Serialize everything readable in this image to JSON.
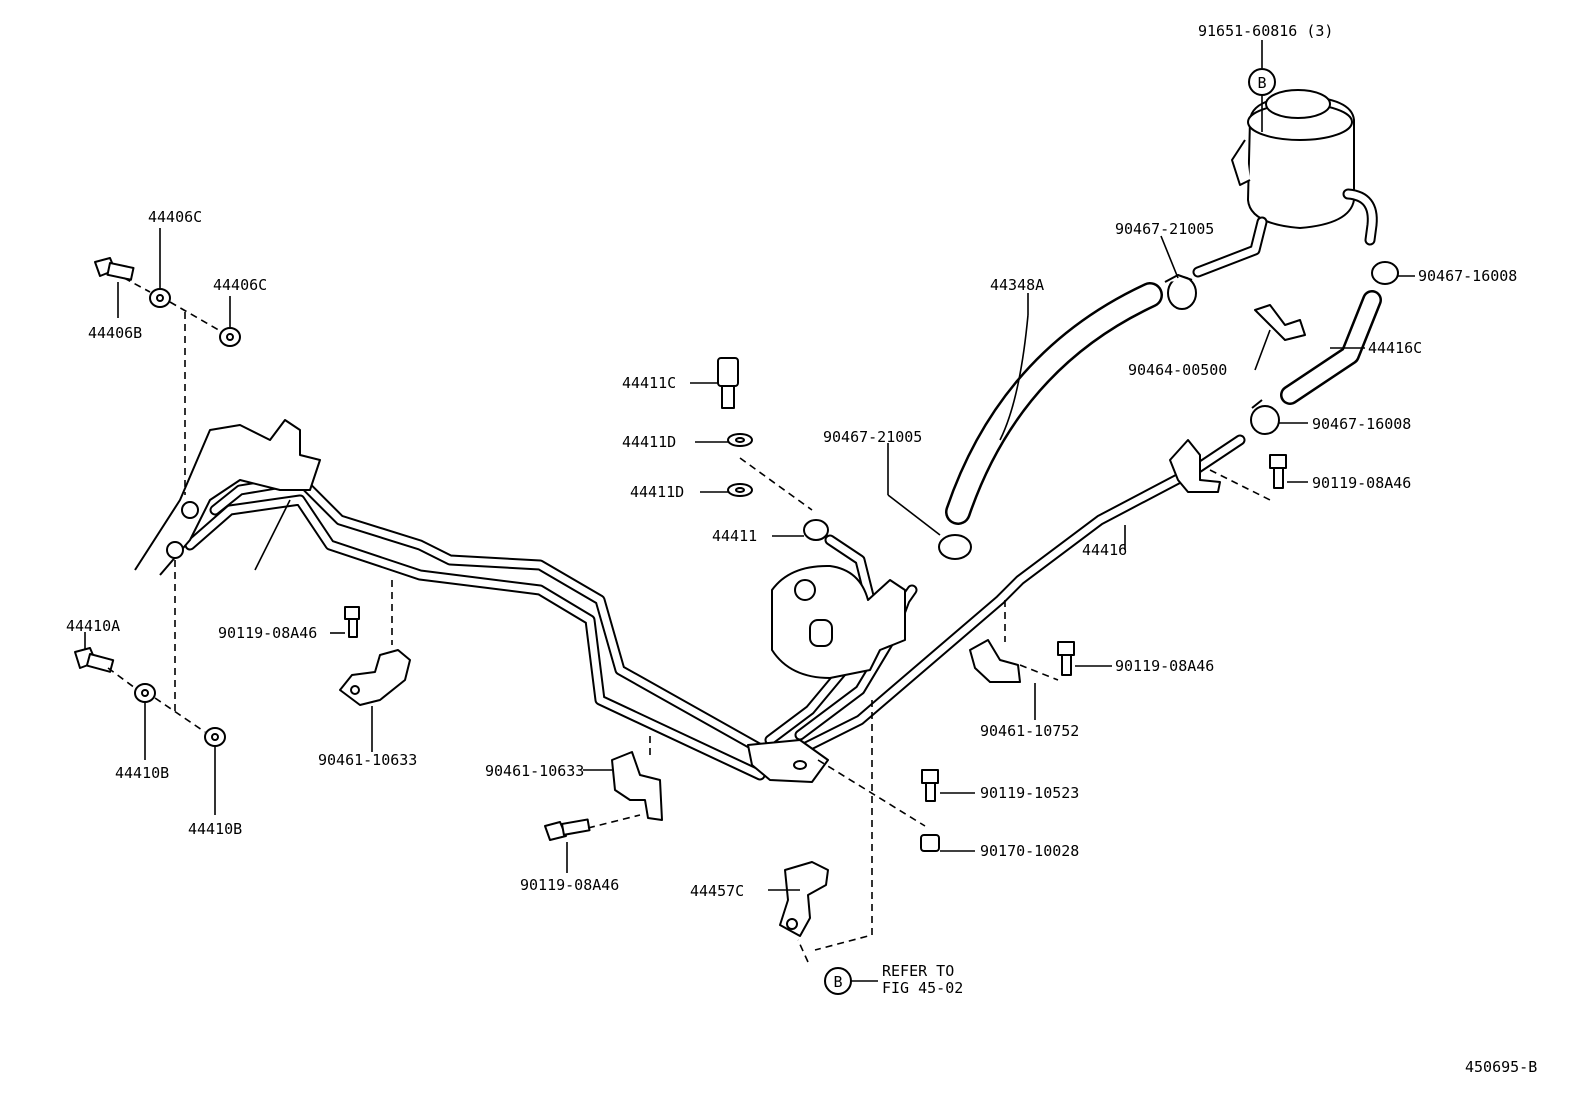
{
  "diagram_id": "450695-B",
  "refer_note": {
    "callout": "B",
    "line1": "REFER TO",
    "line2": "FIG 45-02"
  },
  "reservoir_callout": "B",
  "part_labels": {
    "p_91651": "91651-60816 (3)",
    "p_44406C_a": "44406C",
    "p_44406C_b": "44406C",
    "p_44406B": "44406B",
    "p_44410A": "44410A",
    "p_44410B_a": "44410B",
    "p_44410B_b": "44410B",
    "p_44411C": "44411C",
    "p_44411D_a": "44411D",
    "p_44411D_b": "44411D",
    "p_44411": "44411",
    "p_44348A": "44348A",
    "p_90467_21005_a": "90467-21005",
    "p_90467_21005_b": "90467-21005",
    "p_90467_16008_a": "90467-16008",
    "p_90467_16008_b": "90467-16008",
    "p_90464": "90464-00500",
    "p_44416C": "44416C",
    "p_44416": "44416",
    "p_90119_08A46_a": "90119-08A46",
    "p_90119_08A46_b": "90119-08A46",
    "p_90119_08A46_c": "90119-08A46",
    "p_90119_08A46_d": "90119-08A46",
    "p_90461_10633_a": "90461-10633",
    "p_90461_10633_b": "90461-10633",
    "p_90461_10752": "90461-10752",
    "p_90119_10523": "90119-10523",
    "p_90170_10028": "90170-10028",
    "p_44457C": "44457C"
  }
}
